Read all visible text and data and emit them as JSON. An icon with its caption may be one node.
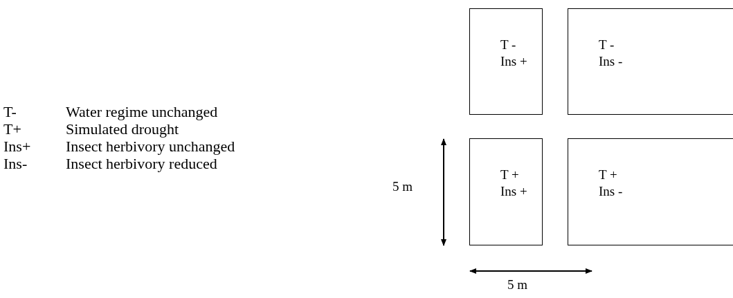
{
  "diagram": {
    "nodes": [
      {
        "text": [
          "T -",
          "Ins +"
        ]
      },
      {
        "text": [
          "T -",
          "Ins -"
        ]
      },
      {
        "text": [
          "T +",
          "Ins +"
        ]
      },
      {
        "text": [
          "T +",
          "Ins -"
        ]
      }
    ],
    "labels": [
      "T-",
      "Water regime unchanged",
      "T+",
      "Simulated drought",
      "Ins+",
      "Insect herbivory unchanged",
      "Ins-",
      "Insect herbivory reduced",
      "5 m",
      "5 m"
    ]
  }
}
